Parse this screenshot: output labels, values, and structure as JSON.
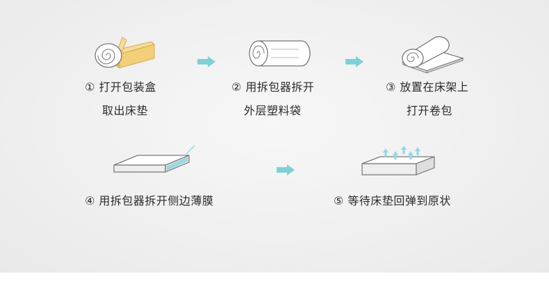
{
  "colors": {
    "background": "#efefef",
    "arrow": "#7fd0d6",
    "box": "#f3cf7a",
    "accent_film": "#8fd8e6",
    "text": "#2b2b2b"
  },
  "steps": [
    {
      "lines": [
        "① 打开包装盒",
        "取出床垫"
      ],
      "icon": "mattress-box-icon"
    },
    {
      "lines": [
        "② 用拆包器拆开",
        "外层塑料袋"
      ],
      "icon": "rolled-mattress-icon"
    },
    {
      "lines": [
        "③ 放置在床架上",
        "打开卷包"
      ],
      "icon": "unrolling-mattress-icon"
    },
    {
      "lines": [
        "④ 用拆包器拆开侧边薄膜"
      ],
      "icon": "flat-mattress-film-icon"
    },
    {
      "lines": [
        "⑤ 等待床垫回弹到原状"
      ],
      "icon": "expanding-mattress-icon"
    }
  ]
}
